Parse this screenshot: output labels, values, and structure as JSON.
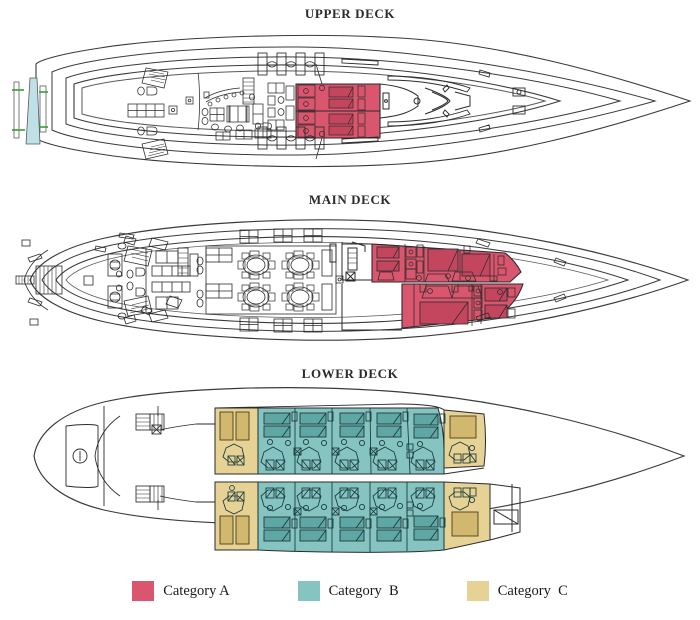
{
  "diagram": {
    "kind": "ship-deck-plan",
    "decks": [
      {
        "id": "upper",
        "title": "UPPER DECK"
      },
      {
        "id": "main",
        "title": "MAIN DECK"
      },
      {
        "id": "lower",
        "title": "LOWER DECK"
      }
    ]
  },
  "legend": {
    "items": [
      {
        "label": "Category A",
        "color": "#d9566e"
      },
      {
        "label": "Category  B",
        "color": "#86c4c1"
      },
      {
        "label": "Category  C",
        "color": "#e7d295"
      }
    ]
  },
  "palette": {
    "catA": "#d9566e",
    "catA_dark": "#c4465e",
    "catB": "#86c4c1",
    "catB_dark": "#5fa7a4",
    "catC": "#e7d295",
    "catC_dark": "#d2b86f",
    "line": "#2b2b2b",
    "line_light": "#5a5a5a",
    "hull": "#3a3a3a",
    "mast": "#bfe0e6",
    "mast_accent": "#35a035",
    "white": "#ffffff"
  },
  "upper_deck": {
    "cabin_count": 2,
    "cabin_category": "Category A",
    "features": [
      "lounge",
      "bar",
      "sun-deck",
      "stairs",
      "bridge",
      "sofas",
      "tables",
      "mast"
    ]
  },
  "main_deck": {
    "cabin_count": 6,
    "cabin_category": "Category A",
    "features": [
      "dining-room",
      "round-tables",
      "sofas",
      "outdoor-tables",
      "stairs",
      "reception",
      "swim-platform"
    ]
  },
  "lower_deck": {
    "cabin_counts": {
      "Category B": 12,
      "Category C": 4
    },
    "features": [
      "cabins",
      "stairs",
      "engine-room",
      "corridor"
    ]
  }
}
